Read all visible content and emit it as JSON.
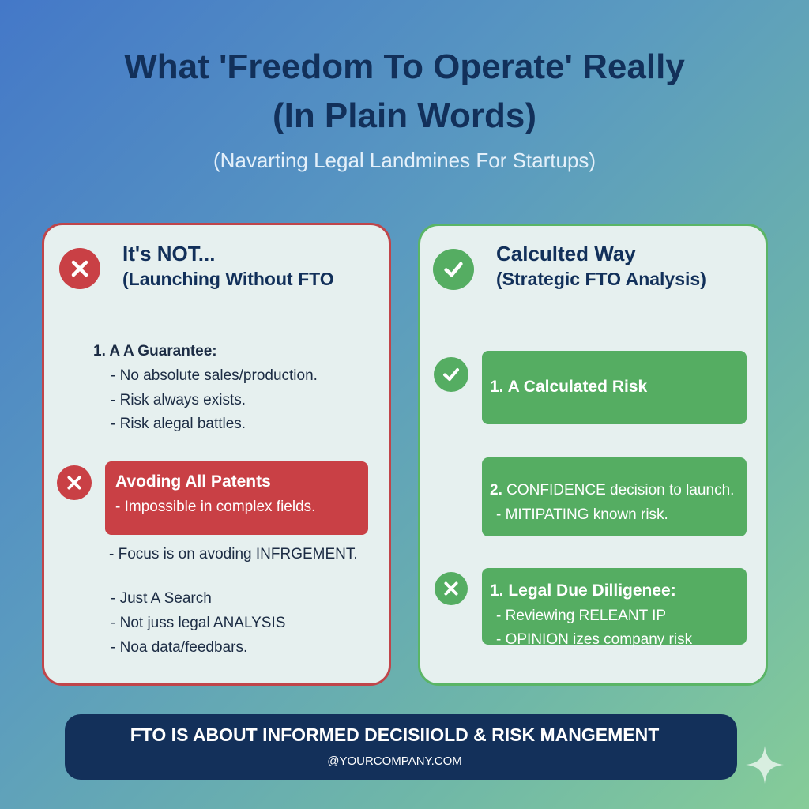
{
  "header": {
    "title_line1": "What 'Freedom To Operate' Really",
    "title_line2": "(In Plain Words)",
    "subtitle": "(Navarting Legal Landmines For Startups)"
  },
  "left": {
    "heading": "It's NOT...",
    "subheading": "(Launching Without FTO",
    "item1": {
      "title": "1. A A Guarantee:",
      "bullets": [
        "- No absolute sales/production.",
        "- Risk always exists.",
        "- Risk alegal battles."
      ]
    },
    "highlight": {
      "title": "Avoding All Patents",
      "text": "- Impossible in complex fields."
    },
    "focus": "- Focus is on avoding INFRGEMENT.",
    "search_bullets": [
      "- Just A Search",
      "- Not juss legal ANALYSIS",
      "- Noa data/feedbars."
    ]
  },
  "right": {
    "heading": "Calculted Way",
    "subheading": "(Strategic FTO Analysis)",
    "box1": {
      "title": "1. A Calculated Risk"
    },
    "box2": {
      "num": "2.",
      "title": " CONFIDENCE decision to launch.",
      "text": "- MITIPATING known risk."
    },
    "box3": {
      "title": "1. Legal Due Dilligenee:",
      "bullets": [
        "- Reviewing RELEANT IP",
        "- OPINION izes company risk"
      ]
    }
  },
  "footer": {
    "tagline": "FTO IS ABOUT INFORMED DECISIIOLD & RISK MANGEMENT",
    "handle": "@YOURCOMPANY.COM"
  },
  "colors": {
    "navy": "#12305a",
    "red": "#c94045",
    "green": "#55ad62"
  }
}
